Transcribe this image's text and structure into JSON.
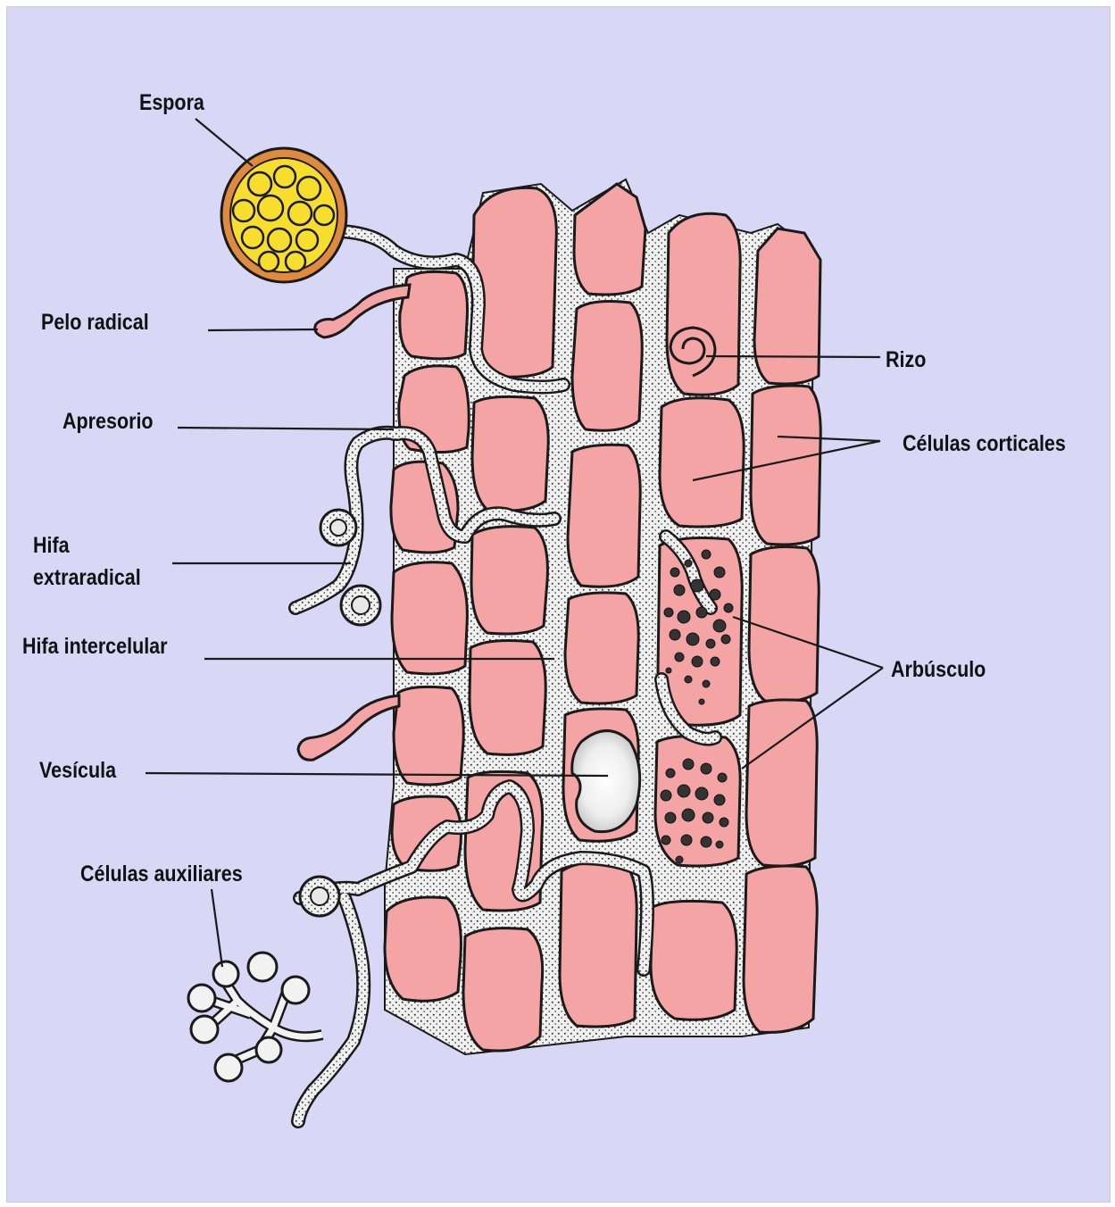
{
  "labels": {
    "espora": "Espora",
    "pelo_radical": "Pelo radical",
    "apresorio": "Apresorio",
    "hifa_extraradical_1": "Hifa",
    "hifa_extraradical_2": "extraradical",
    "hifa_intercelular": "Hifa intercelular",
    "vesicula": "Vesícula",
    "celulas_auxiliares": "Células auxiliares",
    "rizo": "Rizo",
    "celulas_corticales": "Células corticales",
    "arbusculo": "Arbúsculo"
  },
  "colors": {
    "background": "#d8d8f6",
    "cell_fill": "#f4a4a4",
    "spore_fill": "#f6dd2e",
    "spore_rim": "#e08a3e",
    "hypha_fill": "#f2f2f2",
    "outline": "#1a1a1a"
  }
}
